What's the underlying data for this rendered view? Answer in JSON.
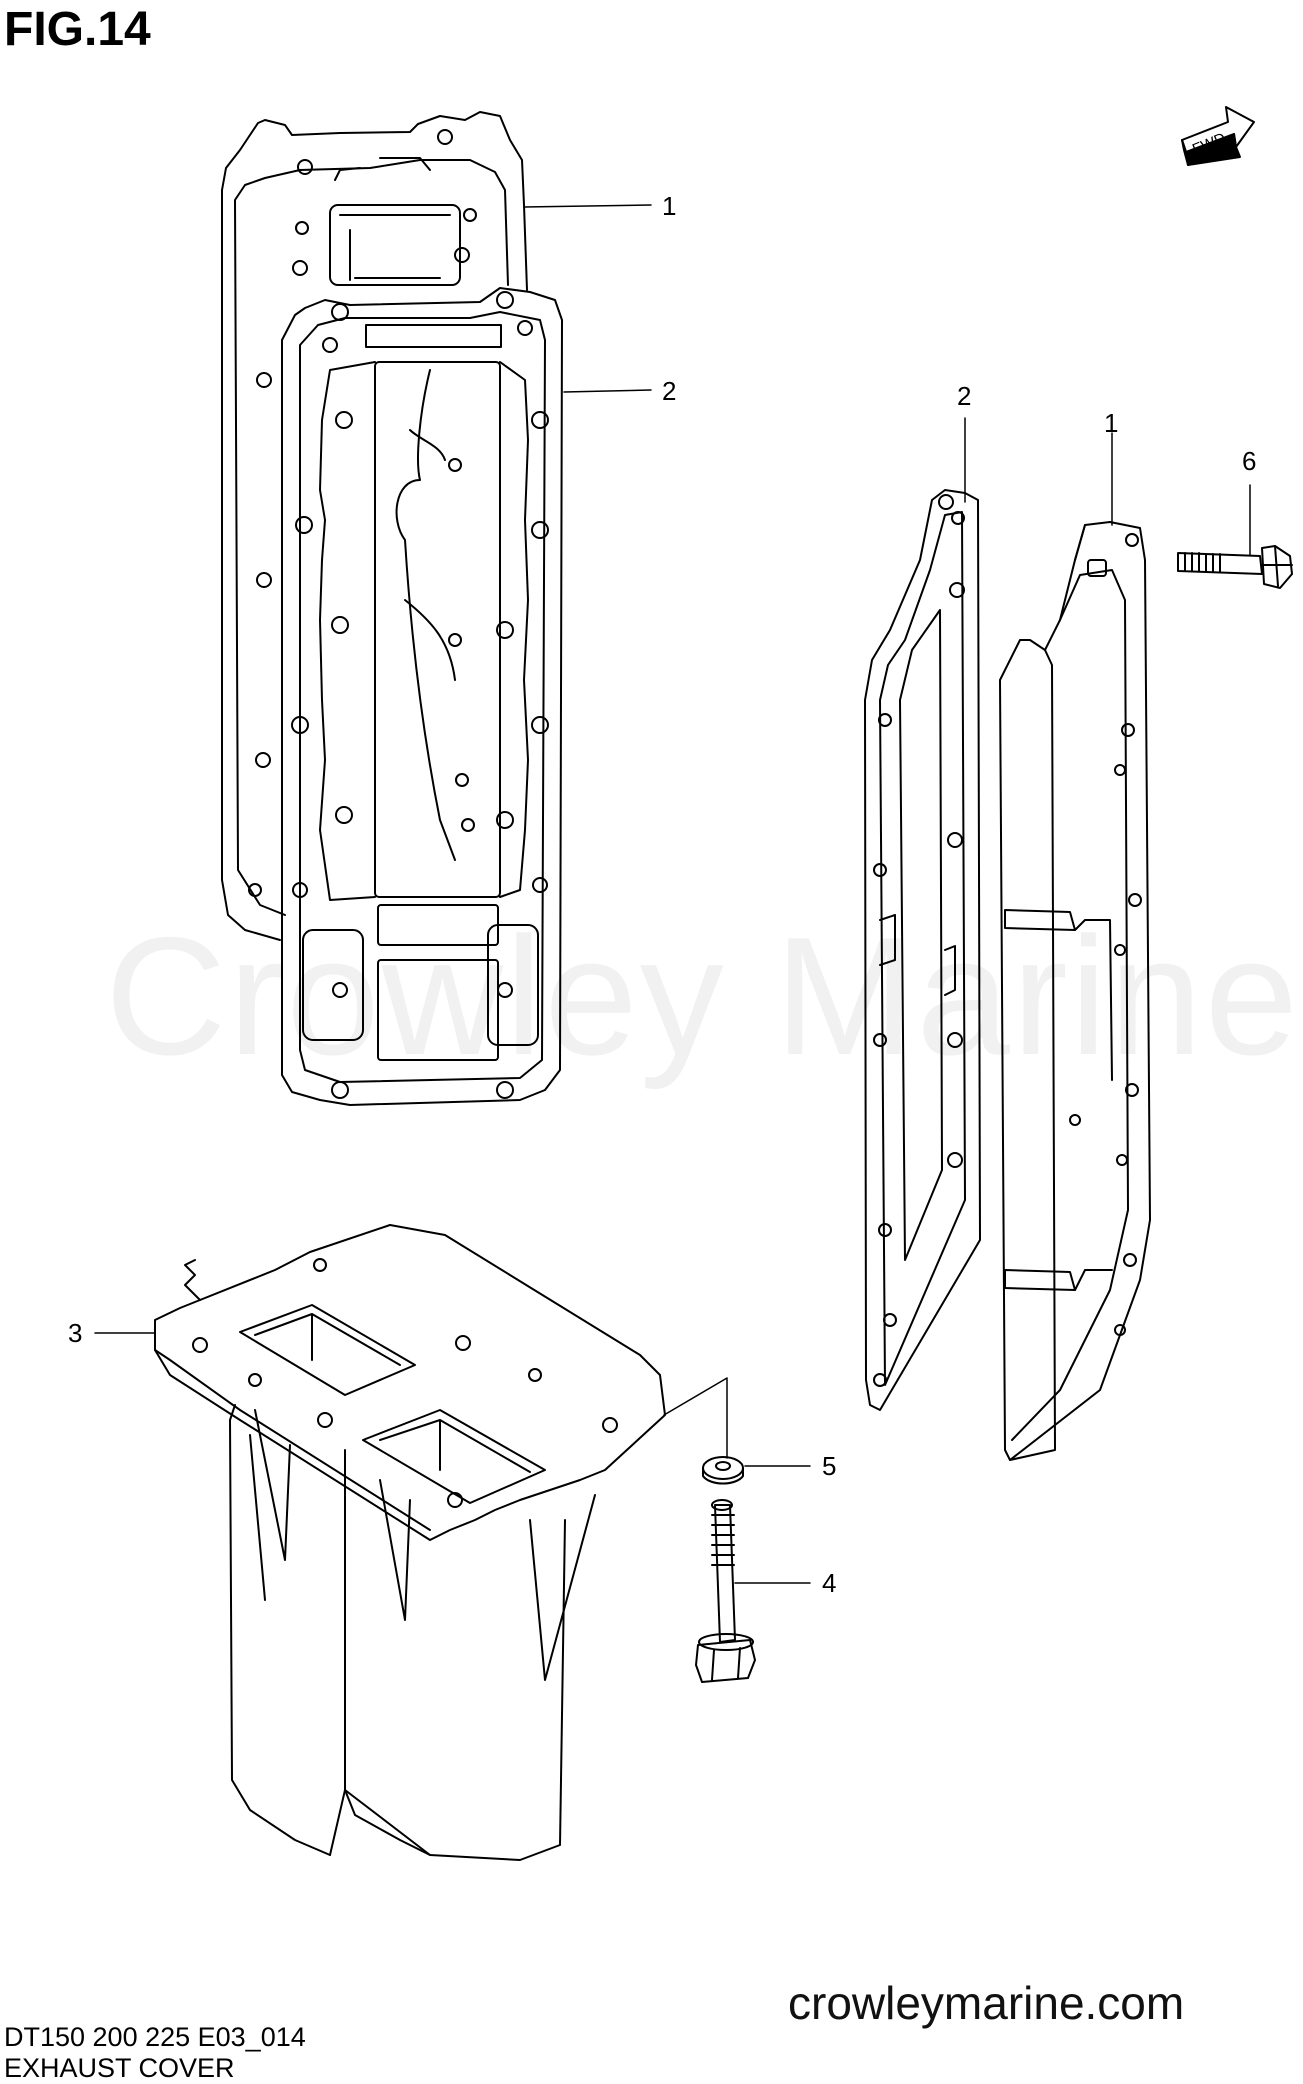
{
  "figure": {
    "title": "FIG.14",
    "model_code": "DT150 200 225 E03_014",
    "part_group": "EXHAUST COVER",
    "website": "crowleymarine.com",
    "watermark": "Crowley Marine",
    "fwd_label": "FWD"
  },
  "callouts": [
    {
      "id": "c1a",
      "label": "1"
    },
    {
      "id": "c2a",
      "label": "2"
    },
    {
      "id": "c2b",
      "label": "2"
    },
    {
      "id": "c1b",
      "label": "1"
    },
    {
      "id": "c6",
      "label": "6"
    },
    {
      "id": "c3",
      "label": "3"
    },
    {
      "id": "c5",
      "label": "5"
    },
    {
      "id": "c4",
      "label": "4"
    }
  ],
  "colors": {
    "line": "#000000",
    "watermark": "#f1f1f1",
    "background": "#ffffff"
  }
}
